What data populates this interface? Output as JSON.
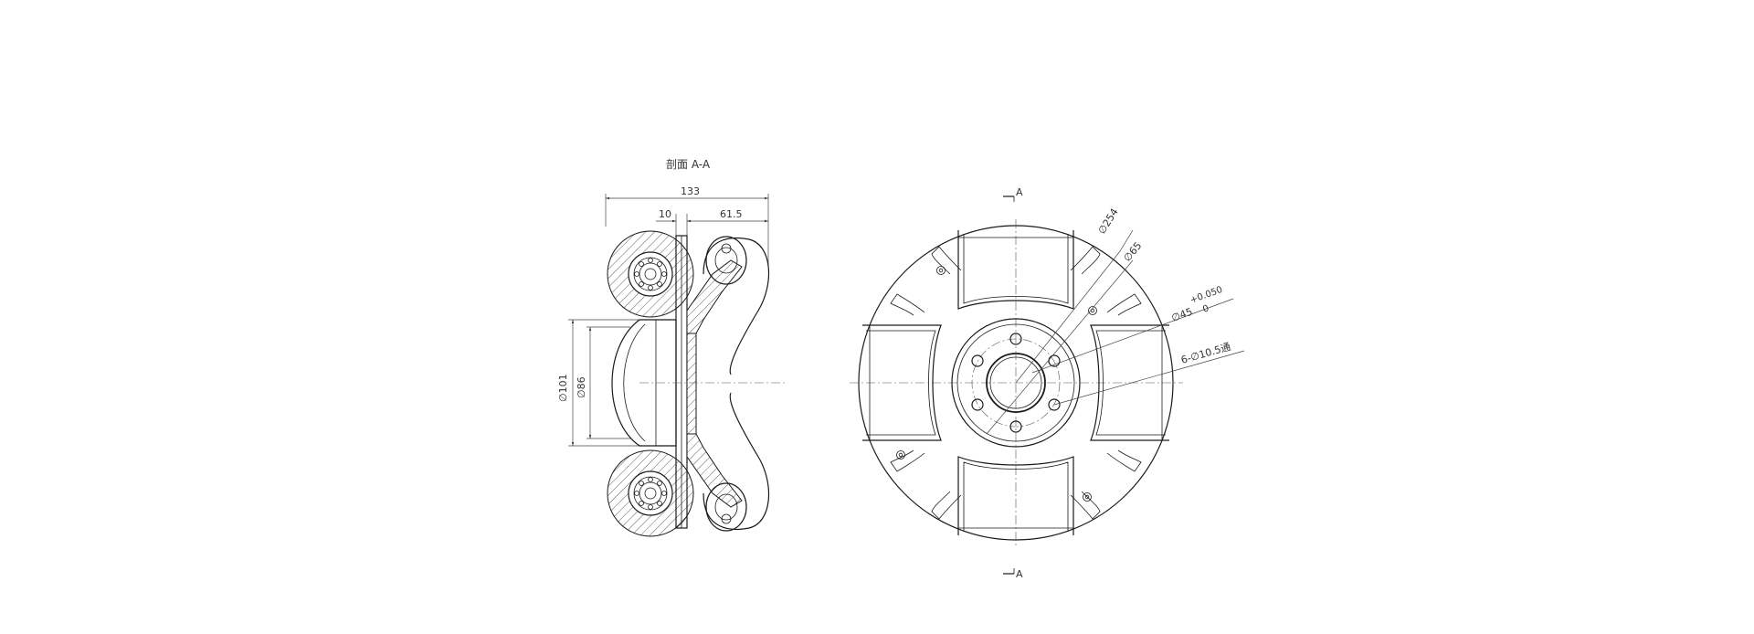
{
  "section_view": {
    "title": "剖面 A-A",
    "dim_overall_width": "133",
    "dim_plate": "10",
    "dim_right": "61.5",
    "dim_outer_dia": "∅101",
    "dim_inner_dia": "∅86"
  },
  "front_view": {
    "section_mark_top": "A",
    "section_mark_bottom": "A",
    "dim_wheel_dia": "∅254",
    "dim_hub_dia": "∅65",
    "dim_bore_dia": "∅45",
    "dim_bore_tol_upper": "+0.050",
    "dim_bore_tol_lower": "0",
    "dim_holes": "6-∅10.5通"
  }
}
